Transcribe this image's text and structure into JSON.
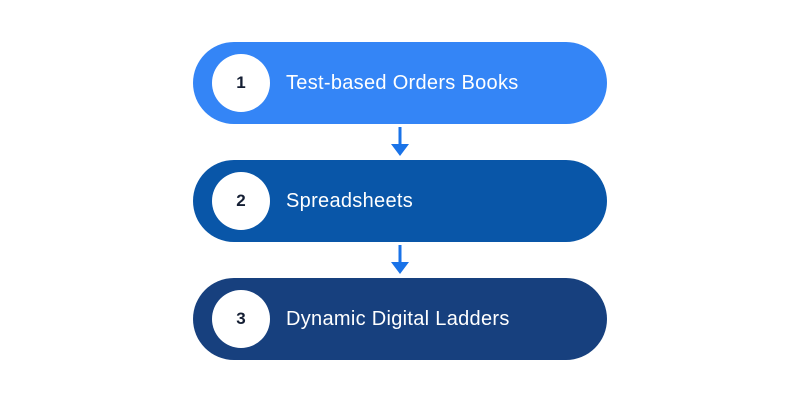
{
  "diagram": {
    "title": "three-step flow diagram",
    "background_color": "#ffffff",
    "arrow_color": "#1a73e8",
    "label_color": "#ffffff",
    "number_color": "#141e33",
    "badge_color": "#ffffff",
    "steps": [
      {
        "number": "1",
        "label": "Test-based Orders Books",
        "color": "#3485f6"
      },
      {
        "number": "2",
        "label": "Spreadsheets",
        "color": "#0956a8"
      },
      {
        "number": "3",
        "label": "Dynamic Digital Ladders",
        "color": "#17407e"
      }
    ]
  }
}
